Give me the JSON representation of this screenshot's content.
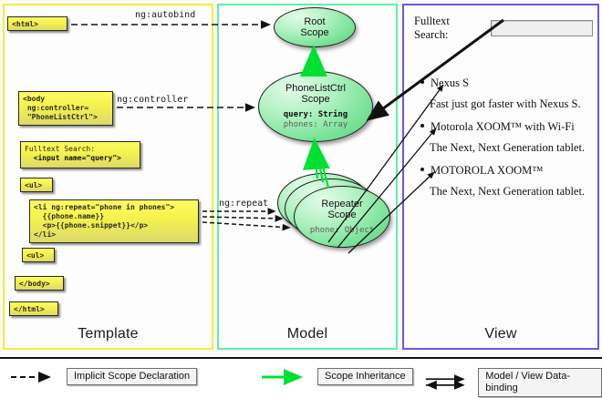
{
  "panels": {
    "template": {
      "label": "Template",
      "border_color": "#f2ef3a",
      "boxes": [
        {
          "name": "html-open",
          "text": "<html>"
        },
        {
          "name": "body-open",
          "text": "<body\n ng:controller=\n \"PhoneListCtrl\">"
        },
        {
          "name": "search",
          "line1": "Fulltext Search:",
          "line2": "  <input name=\"query\">"
        },
        {
          "name": "ul-open",
          "text": "<ul>"
        },
        {
          "name": "li-repeat",
          "text": "<li ng:repeat=\"phone in phones\">\n  {{phone.name}}\n  <p>{{phone.snippet}}</p>\n</li>"
        },
        {
          "name": "ul-close",
          "text": "<ul>"
        },
        {
          "name": "body-close",
          "text": "</body>"
        },
        {
          "name": "html-close",
          "text": "</html>"
        }
      ]
    },
    "model": {
      "label": "Model",
      "border_color": "#5ff0a8",
      "scopes": [
        {
          "name": "root-scope",
          "title_line1": "Root",
          "title_line2": "Scope",
          "props": []
        },
        {
          "name": "phonelistctrl-scope",
          "title_line1": "PhoneListCtrl",
          "title_line2": "Scope",
          "props": [
            {
              "text": "query: String",
              "emphasis": "strong"
            },
            {
              "text": "phones: Array",
              "emphasis": "dim"
            }
          ]
        },
        {
          "name": "repeater-scope",
          "title_line1": "Repeater",
          "title_line2": "Scope",
          "props": [
            {
              "text": "phone: Object",
              "emphasis": "dim"
            }
          ]
        }
      ]
    },
    "view": {
      "label": "View",
      "border_color": "#6a5ae0",
      "search": {
        "label": "Fulltext Search:",
        "value": "",
        "placeholder": ""
      },
      "phones": [
        {
          "name": "Nexus S",
          "snippet": "Fast just got faster with Nexus S."
        },
        {
          "name": "Motorola XOOM™  with Wi-Fi",
          "snippet": "The Next, Next Generation tablet."
        },
        {
          "name": "MOTOROLA XOOM™",
          "snippet": "The Next, Next Generation tablet."
        }
      ]
    }
  },
  "edge_labels": {
    "autobind": "ng:autobind",
    "controller": "ng:controller",
    "repeat": "ng:repeat"
  },
  "legend": [
    {
      "name": "implicit-scope-declaration",
      "label": "Implicit Scope Declaration",
      "style": "dashed-arrow",
      "color": "#111111"
    },
    {
      "name": "scope-inheritance",
      "label": "Scope Inheritance",
      "style": "solid-arrow",
      "color": "#00e032"
    },
    {
      "name": "model-view-data-binding",
      "label": "Model / View Data-binding",
      "style": "double-arrow",
      "color": "#111111"
    }
  ],
  "colors": {
    "code_box_fill": "#f5f24d",
    "scope_fill": "#7ee39b",
    "inheritance_arrow": "#00e032",
    "template_border": "#f2ef3a",
    "model_border": "#5ff0a8",
    "view_border": "#6a5ae0"
  }
}
